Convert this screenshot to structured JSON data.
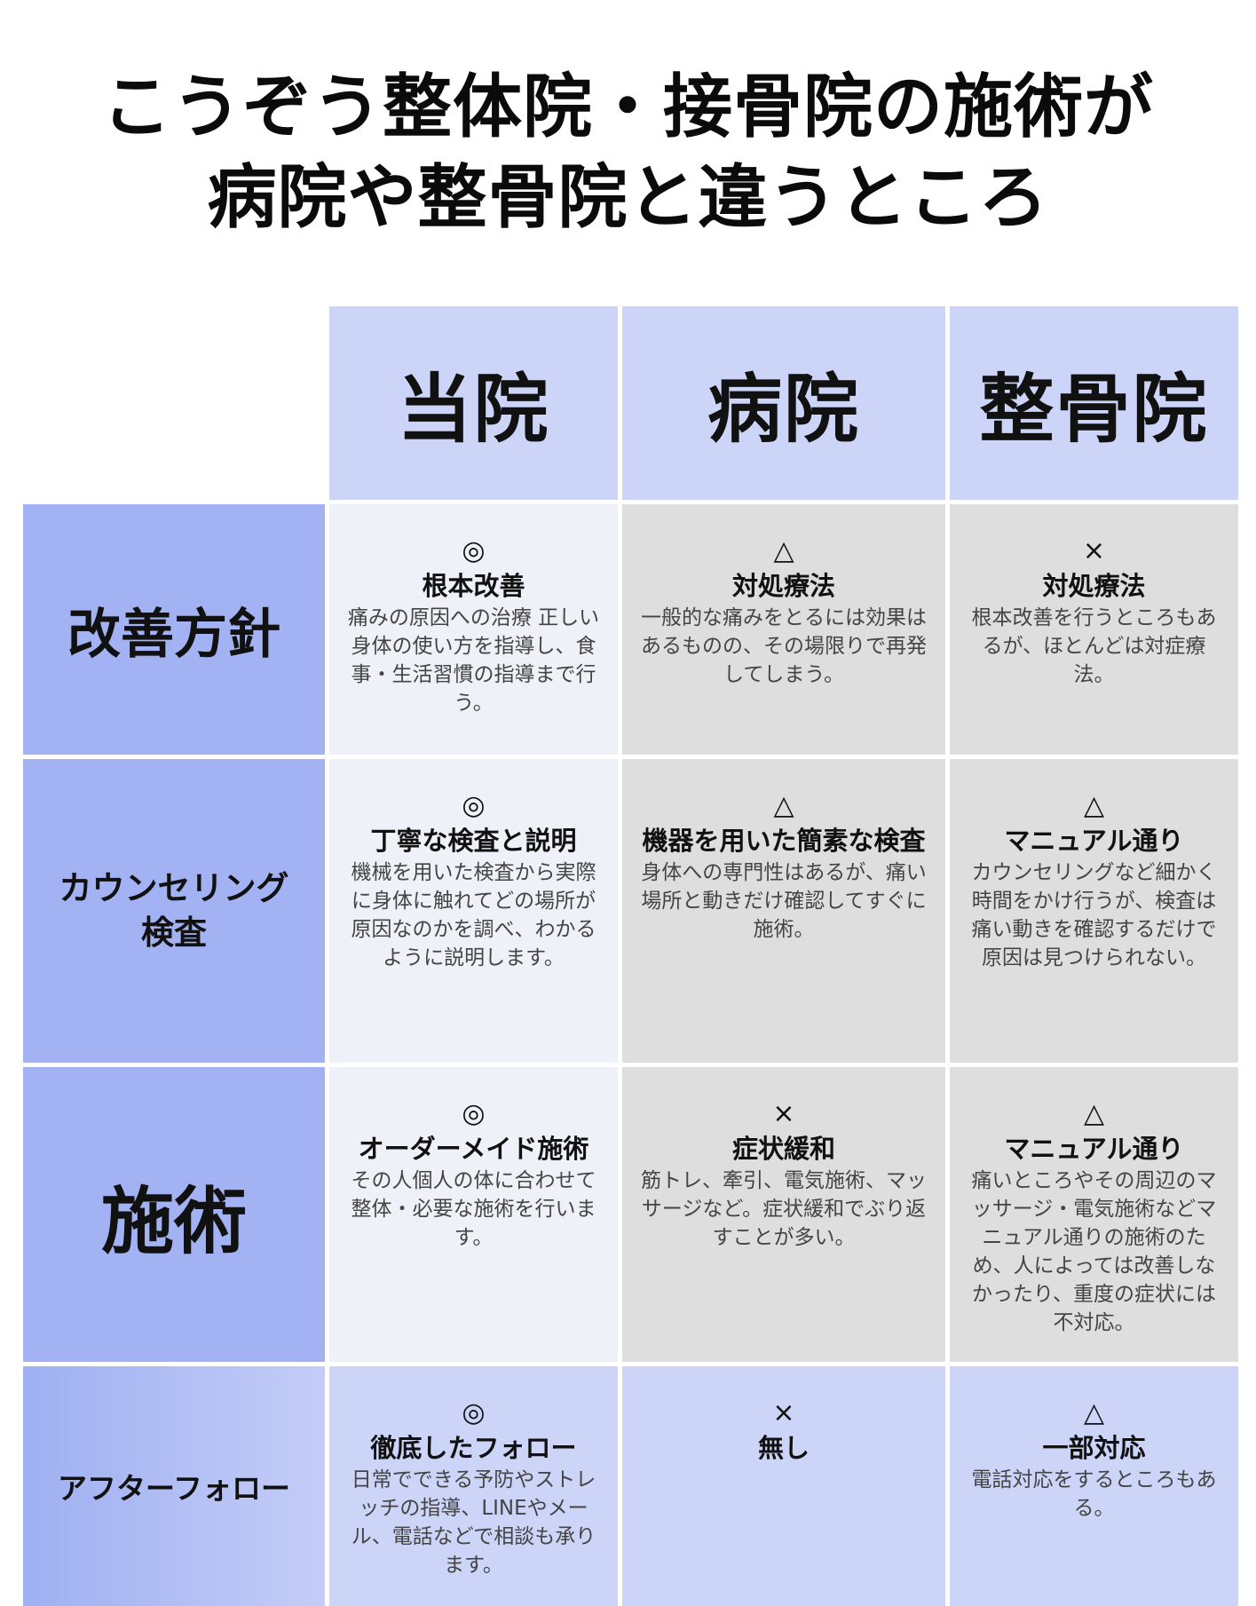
{
  "title": {
    "line1": "こうぞう整体院・接骨院の施術が",
    "line2": "病院や整骨院と違うところ"
  },
  "columns": [
    "当院",
    "病院",
    "整骨院"
  ],
  "rows": [
    {
      "label": "改善方針",
      "cells": [
        {
          "mark": "◎",
          "heading": "根本改善",
          "text": "痛みの原因への治療 正しい身体の使い方を指導し、食事・生活習慣の指導まで行う。"
        },
        {
          "mark": "△",
          "heading": "対処療法",
          "text": "一般的な痛みをとるには効果はあるものの、その場限りで再発してしまう。"
        },
        {
          "mark": "×",
          "heading": "対処療法",
          "text": "根本改善を行うところもあるが、ほとんどは対症療法。"
        }
      ]
    },
    {
      "label": "カウンセリング 検査",
      "cells": [
        {
          "mark": "◎",
          "heading": "丁寧な検査と説明",
          "text": "機械を用いた検査から実際に身体に触れてどの場所が原因なのかを調べ、わかるように説明します。"
        },
        {
          "mark": "△",
          "heading": "機器を用いた簡素な検査",
          "text": "身体への専門性はあるが、痛い場所と動きだけ確認してすぐに施術。"
        },
        {
          "mark": "△",
          "heading": "マニュアル通り",
          "text": "カウンセリングなど細かく時間をかけ行うが、検査は痛い動きを確認するだけで原因は見つけられない。"
        }
      ]
    },
    {
      "label": "施術",
      "cells": [
        {
          "mark": "◎",
          "heading": "オーダーメイド施術",
          "text": "その人個人の体に合わせて整体・必要な施術を行います。"
        },
        {
          "mark": "×",
          "heading": "症状緩和",
          "text": "筋トレ、牽引、電気施術、マッサージなど。症状緩和でぶり返すことが多い。"
        },
        {
          "mark": "△",
          "heading": "マニュアル通り",
          "text": "痛いところやその周辺のマッサージ・電気施術などマニュアル通りの施術のため、人によっては改善しなかったり、重度の症状には不対応。"
        }
      ]
    },
    {
      "label": "アフターフォロー",
      "cells": [
        {
          "mark": "◎",
          "heading": "徹底したフォロー",
          "text": "日常でできる予防やストレッチの指導、LINEやメール、電話などで相談も承ります。"
        },
        {
          "mark": "×",
          "heading": "無し",
          "text": ""
        },
        {
          "mark": "△",
          "heading": "一部対応",
          "text": "電話対応をするところもある。"
        }
      ]
    }
  ],
  "colors": {
    "header_bg": "#ccd4f7",
    "row_label_bg": "#a3b2f2",
    "ours_bg": "#eef1f7",
    "others_bg": "#dedede"
  }
}
